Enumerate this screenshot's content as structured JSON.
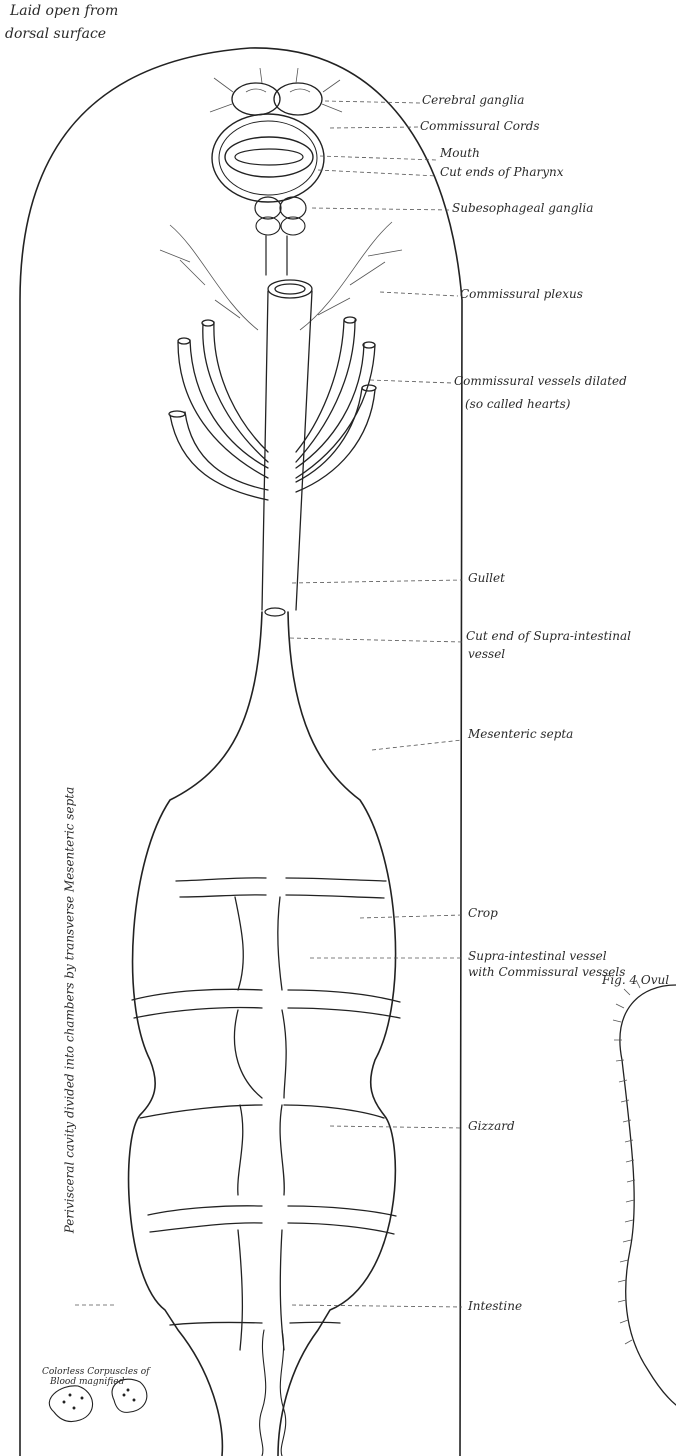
{
  "title_lines": [
    "Laid open from",
    "dorsal surface"
  ],
  "side_caption": "Perivisceral cavity divided into chambers by transverse Mesenteric septa",
  "figure_caption": "Fig. 4  Ovul",
  "corpuscle_note": [
    "Colorless Corpuscles of",
    "Blood magnified"
  ],
  "labels": {
    "cerebral": "Cerebral ganglia",
    "commissural_cords": "Commissural Cords",
    "mouth": "Mouth",
    "pharynx": "Cut ends of Pharynx",
    "subesophageal": "Subesophageal ganglia",
    "plexus": "Commissural plexus",
    "vessels_1": "Commissural vessels dilated",
    "vessels_2": "(so called hearts)",
    "gullet": "Gullet",
    "supra_cut_1": "Cut end of Supra-intestinal",
    "supra_cut_2": "vessel",
    "septa": "Mesenteric septa",
    "crop": "Crop",
    "supra_1": "Supra-intestinal vessel",
    "supra_2": "with Commissural vessels",
    "gizzard": "Gizzard",
    "intestine": "Intestine"
  }
}
